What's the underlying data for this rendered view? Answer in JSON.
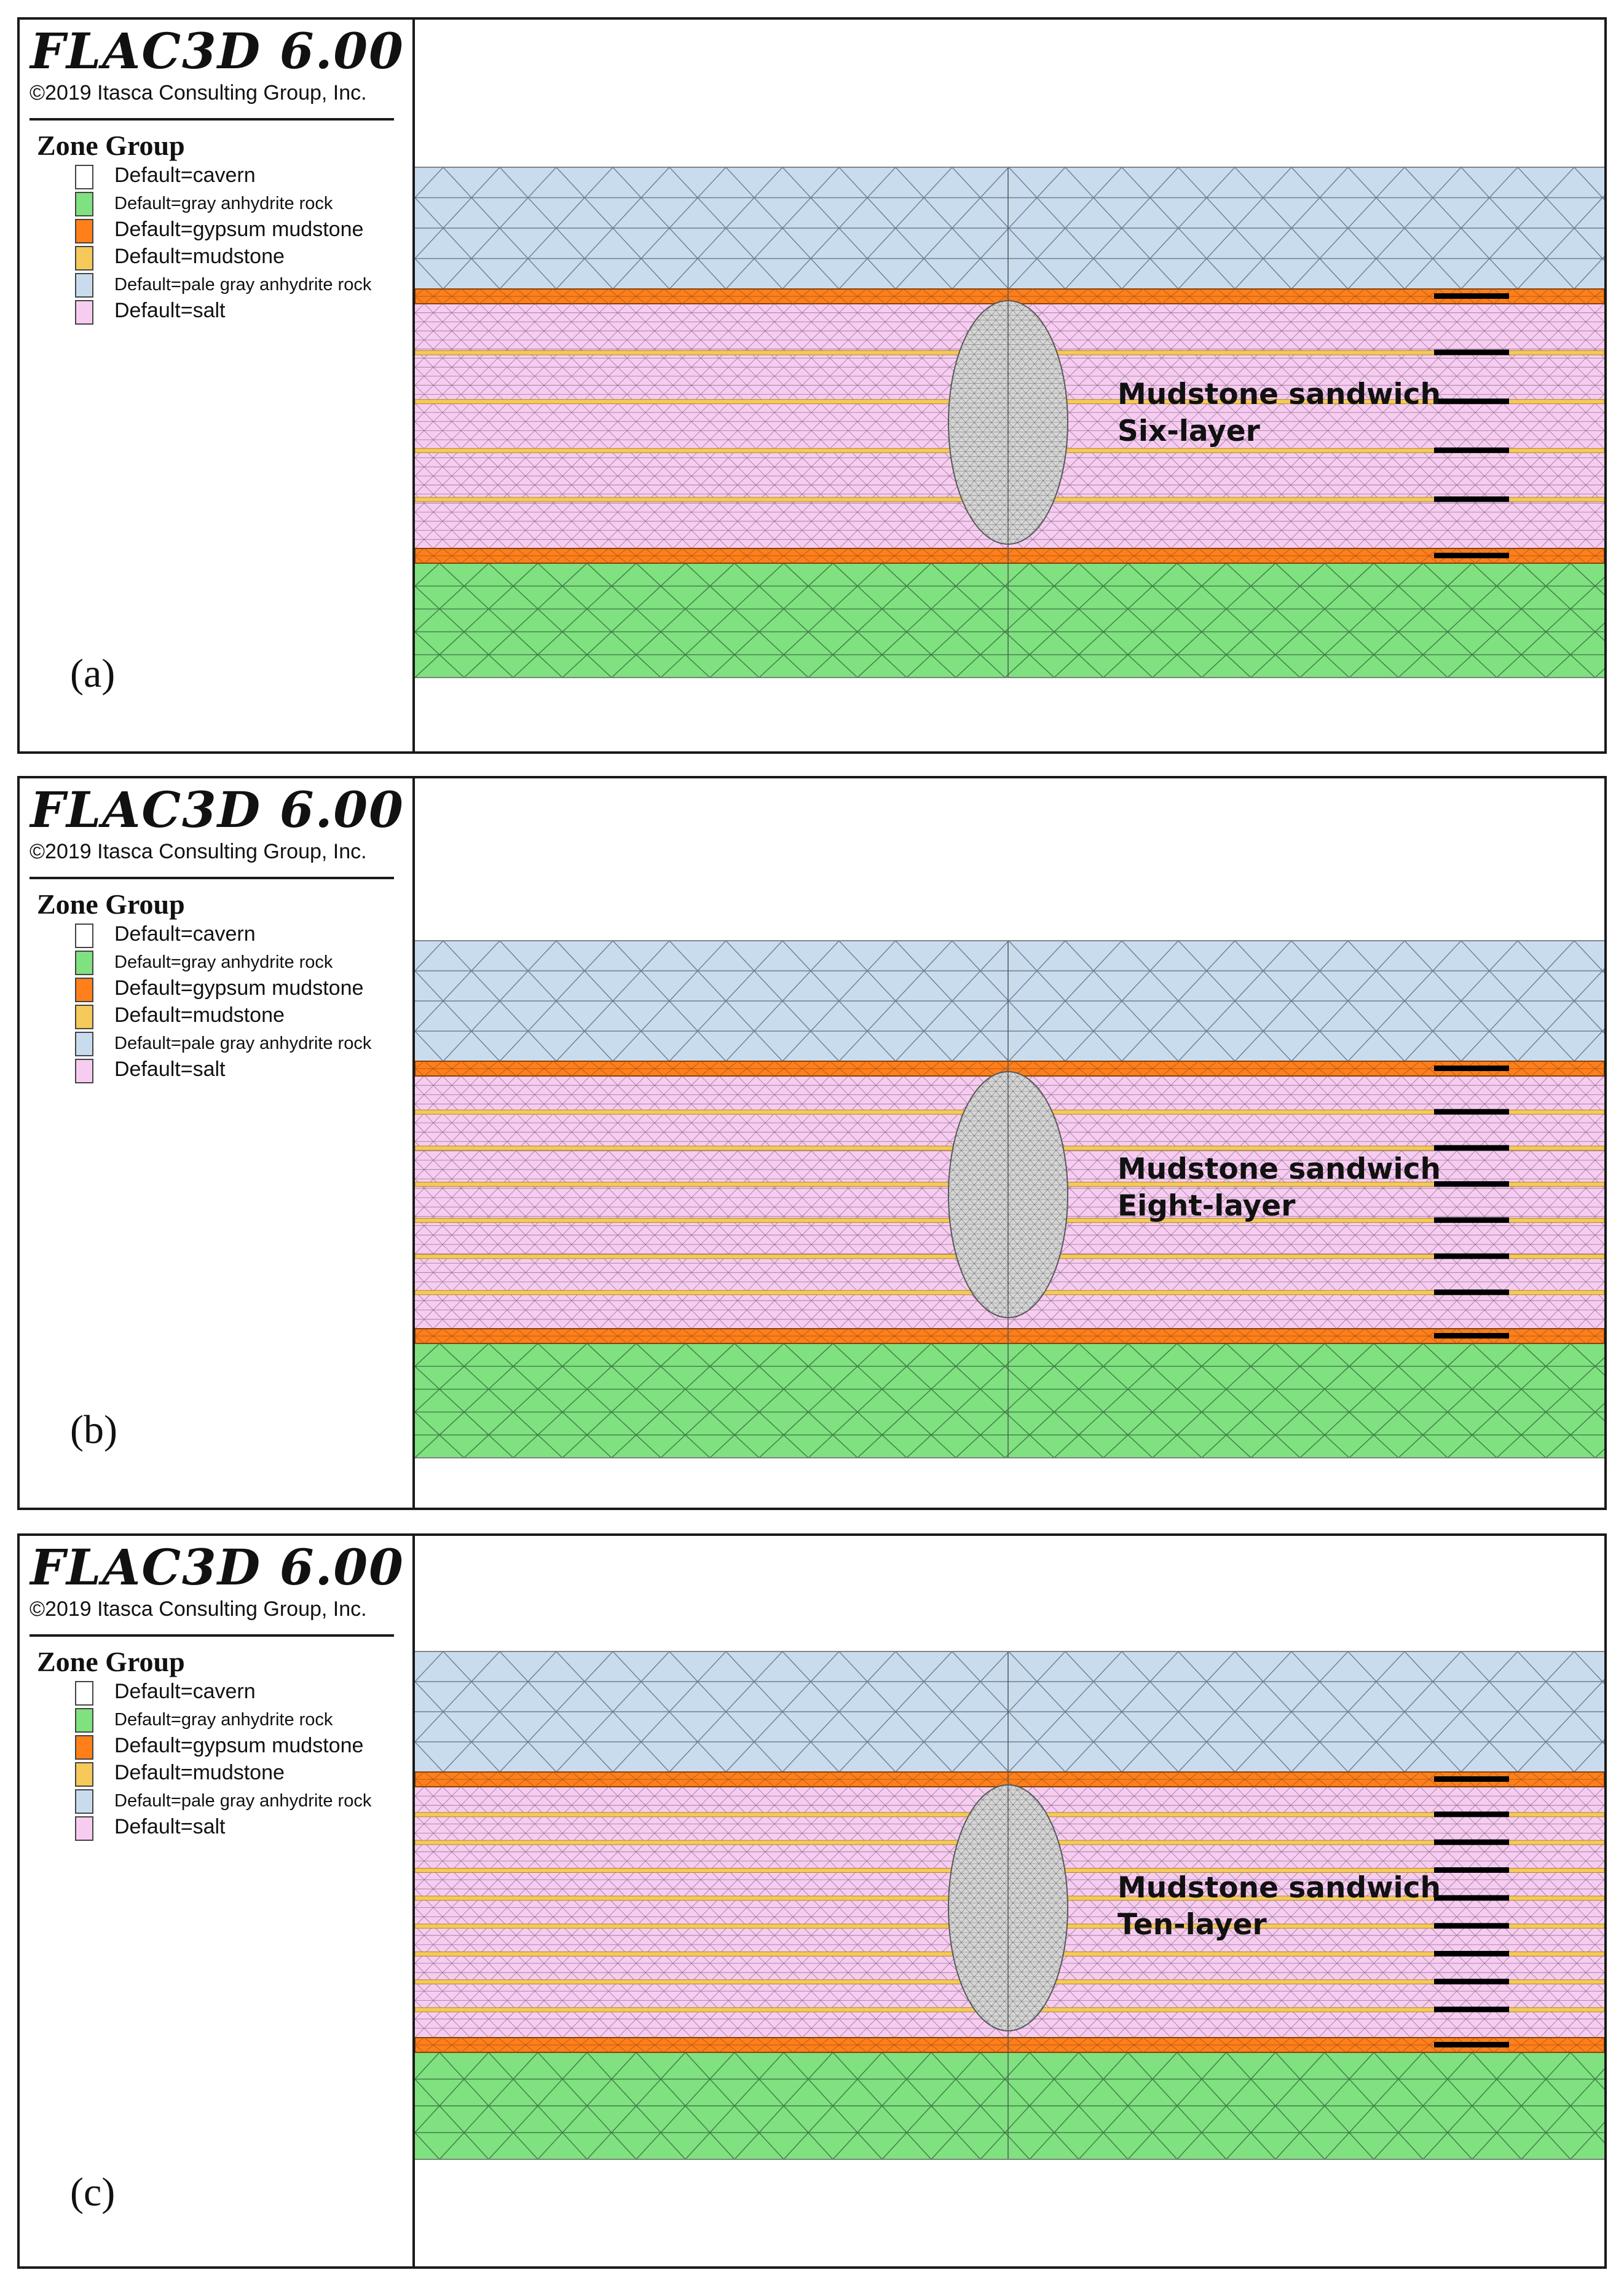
{
  "figure": {
    "panels": [
      {
        "letter": "(a)",
        "header": {
          "logo": "FLAC3D 6.00",
          "copyright": "©2019 Itasca Consulting Group, Inc."
        },
        "legend": {
          "title": "Zone Group",
          "items": [
            {
              "label": "Default=cavern",
              "color": "#ffffff"
            },
            {
              "label": "Default=gray anhydrite rock",
              "color": "#7fe17f"
            },
            {
              "label": "Default=gypsum mudstone",
              "color": "#ff7f1a"
            },
            {
              "label": "Default=mudstone",
              "color": "#f5c95a"
            },
            {
              "label": "Default=pale gray anhydrite rock",
              "color": "#c9dcee"
            },
            {
              "label": "Default=salt",
              "color": "#f6cdf0"
            }
          ]
        },
        "callout": {
          "line1": "Mudstone sandwich",
          "line2": "Six-layer"
        },
        "mudstone_layer_count": 6
      },
      {
        "letter": "(b)",
        "header": {
          "logo": "FLAC3D 6.00",
          "copyright": "©2019 Itasca Consulting Group, Inc."
        },
        "legend": {
          "title": "Zone Group",
          "items": [
            {
              "label": "Default=cavern",
              "color": "#ffffff"
            },
            {
              "label": "Default=gray anhydrite rock",
              "color": "#7fe17f"
            },
            {
              "label": "Default=gypsum mudstone",
              "color": "#ff7f1a"
            },
            {
              "label": "Default=mudstone",
              "color": "#f5c95a"
            },
            {
              "label": "Default=pale gray anhydrite rock",
              "color": "#c9dcee"
            },
            {
              "label": "Default=salt",
              "color": "#f6cdf0"
            }
          ]
        },
        "callout": {
          "line1": "Mudstone sandwich",
          "line2": "Eight-layer"
        },
        "mudstone_layer_count": 8
      },
      {
        "letter": "(c)",
        "header": {
          "logo": "FLAC3D 6.00",
          "copyright": "©2019 Itasca Consulting Group, Inc."
        },
        "legend": {
          "title": "Zone Group",
          "items": [
            {
              "label": "Default=cavern",
              "color": "#ffffff"
            },
            {
              "label": "Default=gray anhydrite rock",
              "color": "#7fe17f"
            },
            {
              "label": "Default=gypsum mudstone",
              "color": "#ff7f1a"
            },
            {
              "label": "Default=mudstone",
              "color": "#f5c95a"
            },
            {
              "label": "Default=pale gray anhydrite rock",
              "color": "#c9dcee"
            },
            {
              "label": "Default=salt",
              "color": "#f6cdf0"
            }
          ]
        },
        "callout": {
          "line1": "Mudstone sandwich",
          "line2": "Ten-layer"
        },
        "mudstone_layer_count": 10
      }
    ]
  }
}
